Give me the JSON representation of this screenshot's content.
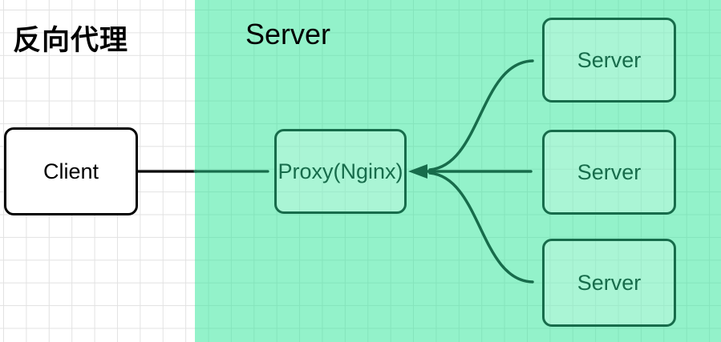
{
  "diagram": {
    "title": "反向代理",
    "server_region_label": "Server",
    "nodes": {
      "client": {
        "label": "Client"
      },
      "proxy": {
        "label": "Proxy(Nginx)"
      },
      "server1": {
        "label": "Server"
      },
      "server2": {
        "label": "Server"
      },
      "server3": {
        "label": "Server"
      }
    },
    "edges": [
      {
        "from": "client",
        "to": "proxy",
        "style": "straight, black then dark-green inside region, right arrowhead"
      },
      {
        "from": "proxy",
        "to": "server1",
        "style": "s-curve up, right arrowhead"
      },
      {
        "from": "proxy",
        "to": "server2",
        "style": "straight, arrowheads both ends"
      },
      {
        "from": "proxy",
        "to": "server3",
        "style": "s-curve down, right arrowhead"
      }
    ],
    "colors": {
      "region_green_observed": "#98f4ca",
      "dark_green_accent": "#176c4b",
      "node_fill_green_observed": "#a4f6d2",
      "client_stroke": "#000000",
      "grid_line": "#e2e2e2",
      "background": "#ffffff"
    }
  }
}
